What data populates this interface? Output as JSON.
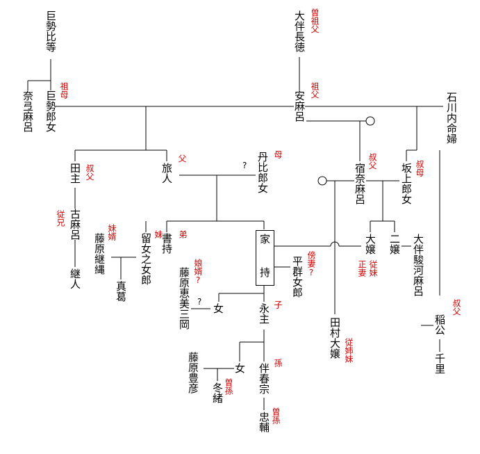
{
  "people": {
    "kose_hito": "巨勢比等",
    "kose_irazume": "巨勢郎女",
    "nara_maro": "奈弖麻呂",
    "otomo_nagatoko": "大伴長徳",
    "yasumaro": "安麻呂",
    "ishikawa_naimyobu": "石川内命婦",
    "tanushi": "田主",
    "tabito": "旅人",
    "tanihi_iratsume": "丹比郎女",
    "sukunamaro": "宿奈麻呂",
    "sakanoue_iratsume": "坂上郎女",
    "komaro": "古麻呂",
    "tsuguhito": "継人",
    "fujiwara_tadanawa": "藤原継縄",
    "mamori": "真葛",
    "rume_no_iratsume": "留女之女郎",
    "kakimochi": "書持",
    "yakamochi_a": "家",
    "yakamochi_b": "持",
    "heguri_iratsume": "平群女郎",
    "oiratsume": "大嬢",
    "futaiyori": "二嬢",
    "otomo_surugamaro": "大伴駿河麻呂",
    "fujiwara_emi_mikuni": "藤原恵美三岡",
    "daughter1": "女",
    "nagamushi": "永主",
    "tamura_oiratsume": "田村大嬢",
    "inakimi": "稲公",
    "chisato": "千里",
    "fujiwara_toyohiko": "藤原豊彦",
    "daughter2": "女",
    "otomo_harumune": "伴春宗",
    "fuyutsugu": "冬緒",
    "tadasuke": "忠輔"
  },
  "relations": {
    "great_grandfather": "曽祖父",
    "grandmother": "祖母",
    "grandfather": "祖父",
    "uncle": "叔父",
    "father": "父",
    "mother": "母",
    "aunt": "叔母",
    "cousin_elder": "従兄",
    "sister_in_law": "妹婿",
    "sister": "妹",
    "brother": "弟",
    "wife_side": "傍妻?",
    "main_wife": "正妻",
    "cousin_sister": "従妹",
    "son_in_law": "娘婿?",
    "son": "子",
    "uncle2": "叔父",
    "cousin_sister2": "従姉妹",
    "grandson": "孫",
    "great_grandson1": "曽孫",
    "great_grandson2": "曽孫"
  },
  "unknown_marks": [
    "?",
    "?"
  ]
}
